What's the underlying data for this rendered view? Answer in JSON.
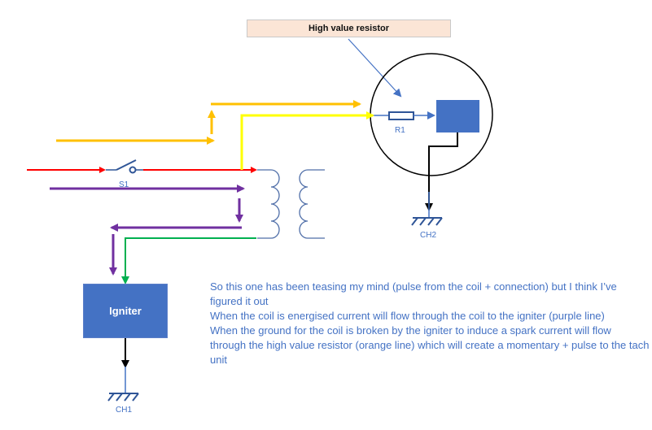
{
  "callout": {
    "text": "High value resistor"
  },
  "components": {
    "igniter_label": "Igniter",
    "resistor_label": "R1",
    "switch_label": "S1",
    "ground_left_label": "CH1",
    "ground_right_label": "CH2"
  },
  "wires": [
    {
      "name": "supply-line",
      "color": "#ff0000"
    },
    {
      "name": "coil-current-line",
      "color": "#7030a0"
    },
    {
      "name": "igniter-ground-line",
      "color": "#00b050"
    },
    {
      "name": "pulse-line",
      "color": "#ffc000"
    },
    {
      "name": "resistor-feed-line",
      "color": "#ffff00"
    }
  ],
  "colors": {
    "text_blue": "#4472c4",
    "box_blue": "#4472c4",
    "callout_fill": "#fbe5d6"
  },
  "notes": [
    "So this one has been teasing my mind (pulse from the coil + connection) but I think I’ve figured it out",
    "When the coil is energised current will flow through the coil to the igniter (purple line)",
    "When the ground for the coil is broken by the igniter to induce a spark current will flow through the high value resistor (orange line) which will create a momentary + pulse to the tach unit"
  ]
}
